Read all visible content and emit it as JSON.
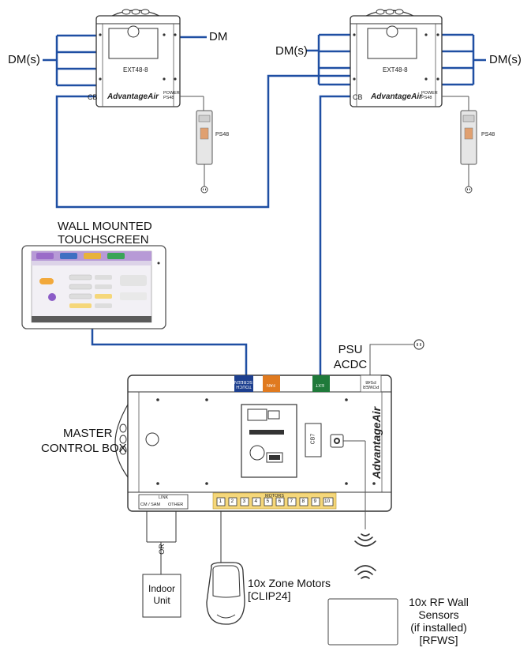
{
  "labels": {
    "dm_s_left": "DM(s)",
    "dm_top": "DM",
    "dm_s_mid": "DM(s)",
    "dm_s_right": "DM(s)",
    "ext_left": "EXT48-8",
    "ext_right": "EXT48-8",
    "cb_left": "CB",
    "cb_right": "CB",
    "brand": "AdvantageAir",
    "power_port": "POWER PS48",
    "ps48_left": "PS48",
    "ps48_right": "PS48",
    "wall_mounted_line1": "WALL MOUNTED",
    "wall_mounted_line2": "TOUCHSCREEN",
    "psu_line1": "PSU",
    "psu_line2": "ACDC",
    "master_line1": "MASTER",
    "master_line2": "CONTROL BOX",
    "port_touchscreen": "TOUCH SCREEN",
    "port_fan": "FAN",
    "port_ext": "EXT",
    "port_power": "POWER PS48",
    "cb7": "CB7",
    "link": "LINK",
    "cm_sam": "CM / SAM",
    "other": "OTHER",
    "motors": "MOTORS",
    "motor_numbers": [
      "1",
      "2",
      "3",
      "4",
      "5",
      "6",
      "7",
      "8",
      "9",
      "10"
    ],
    "or": "OR",
    "indoor_line1": "Indoor",
    "indoor_line2": "Unit",
    "zone_line1": "10x Zone Motors",
    "zone_line2": "[CLIP24]",
    "rf_line1": "10x RF Wall",
    "rf_line2": "Sensors",
    "rf_line3": "(if installed)",
    "rf_line4": "[RFWS]"
  },
  "colors": {
    "cable_blue": "#1f4fa3",
    "port_blue": "#1d3f8f",
    "port_orange": "#e07a1f",
    "port_green": "#1f7a3a",
    "motor_yellow": "#f5d77a",
    "screen_purple": "#b79ad6"
  },
  "icons": [
    "power-plug-icon",
    "wireless-signal-icon",
    "camera-icon"
  ]
}
